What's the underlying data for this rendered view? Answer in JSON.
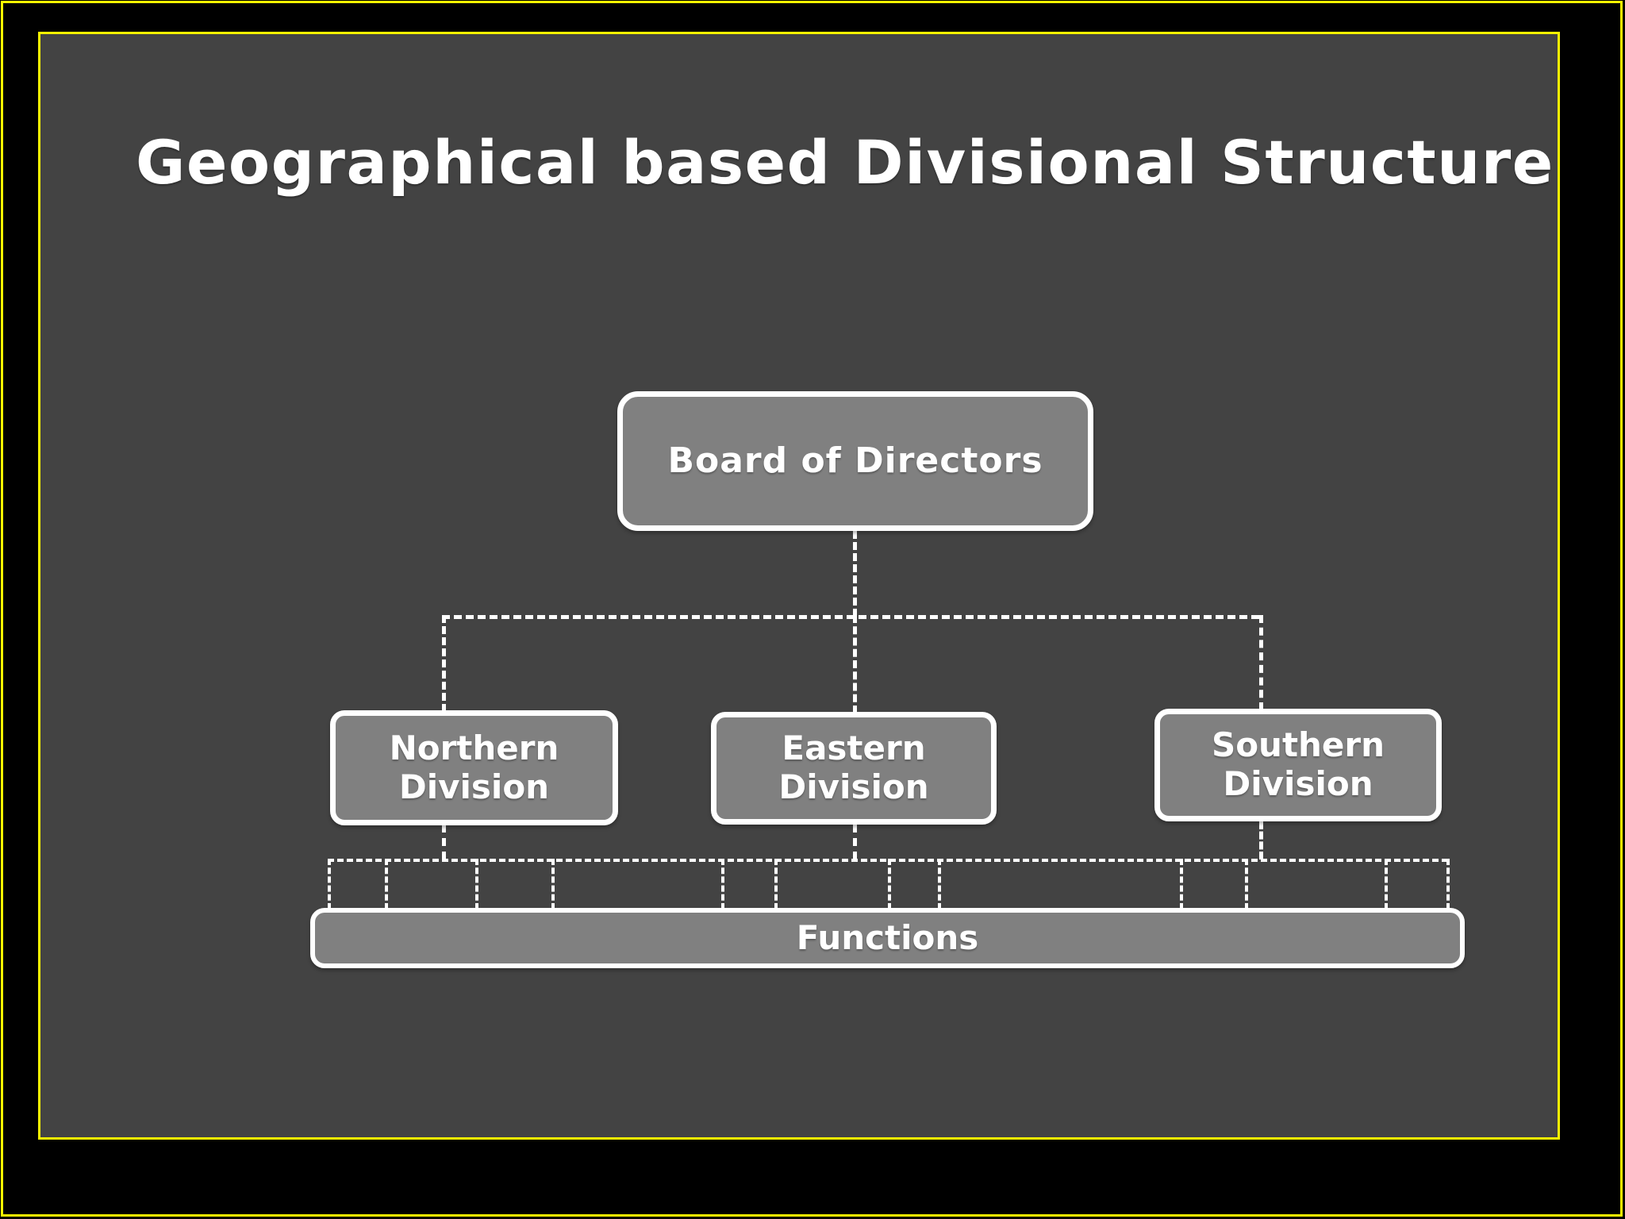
{
  "slide": {
    "title": "Geographical based Divisional Structure:",
    "background_color": "#434343",
    "frame_color": "#f8f400",
    "outer_color": "#000000",
    "box_fill_color": "#808080",
    "box_border_color": "#ffffff",
    "text_color": "#ffffff"
  },
  "chart_data": {
    "type": "diagram",
    "diagram_kind": "organizational-chart",
    "title": "Geographical based Divisional Structure:",
    "nodes": [
      {
        "id": "board",
        "label": "Board of Directors",
        "level": 0
      },
      {
        "id": "northern",
        "label": "Northern\nDivision",
        "level": 1
      },
      {
        "id": "eastern",
        "label": "Eastern\nDivision",
        "level": 1
      },
      {
        "id": "southern",
        "label": "Southern\nDivision",
        "level": 1
      },
      {
        "id": "functions",
        "label": "Functions",
        "level": 2
      }
    ],
    "edges": [
      {
        "from": "board",
        "to": "northern",
        "style": "dashed"
      },
      {
        "from": "board",
        "to": "eastern",
        "style": "dashed"
      },
      {
        "from": "board",
        "to": "southern",
        "style": "dashed"
      },
      {
        "from": "northern",
        "to": "functions",
        "style": "dashed"
      },
      {
        "from": "eastern",
        "to": "functions",
        "style": "dashed"
      },
      {
        "from": "southern",
        "to": "functions",
        "style": "dashed"
      }
    ],
    "line_style": "dashed",
    "line_color": "#ffffff"
  },
  "nodes": {
    "board": {
      "label": "Board of Directors"
    },
    "northern": {
      "line1": "Northern",
      "line2": "Division"
    },
    "eastern": {
      "line1": "Eastern",
      "line2": "Division"
    },
    "southern": {
      "line1": "Southern",
      "line2": "Division"
    },
    "functions": {
      "label": "Functions"
    }
  }
}
